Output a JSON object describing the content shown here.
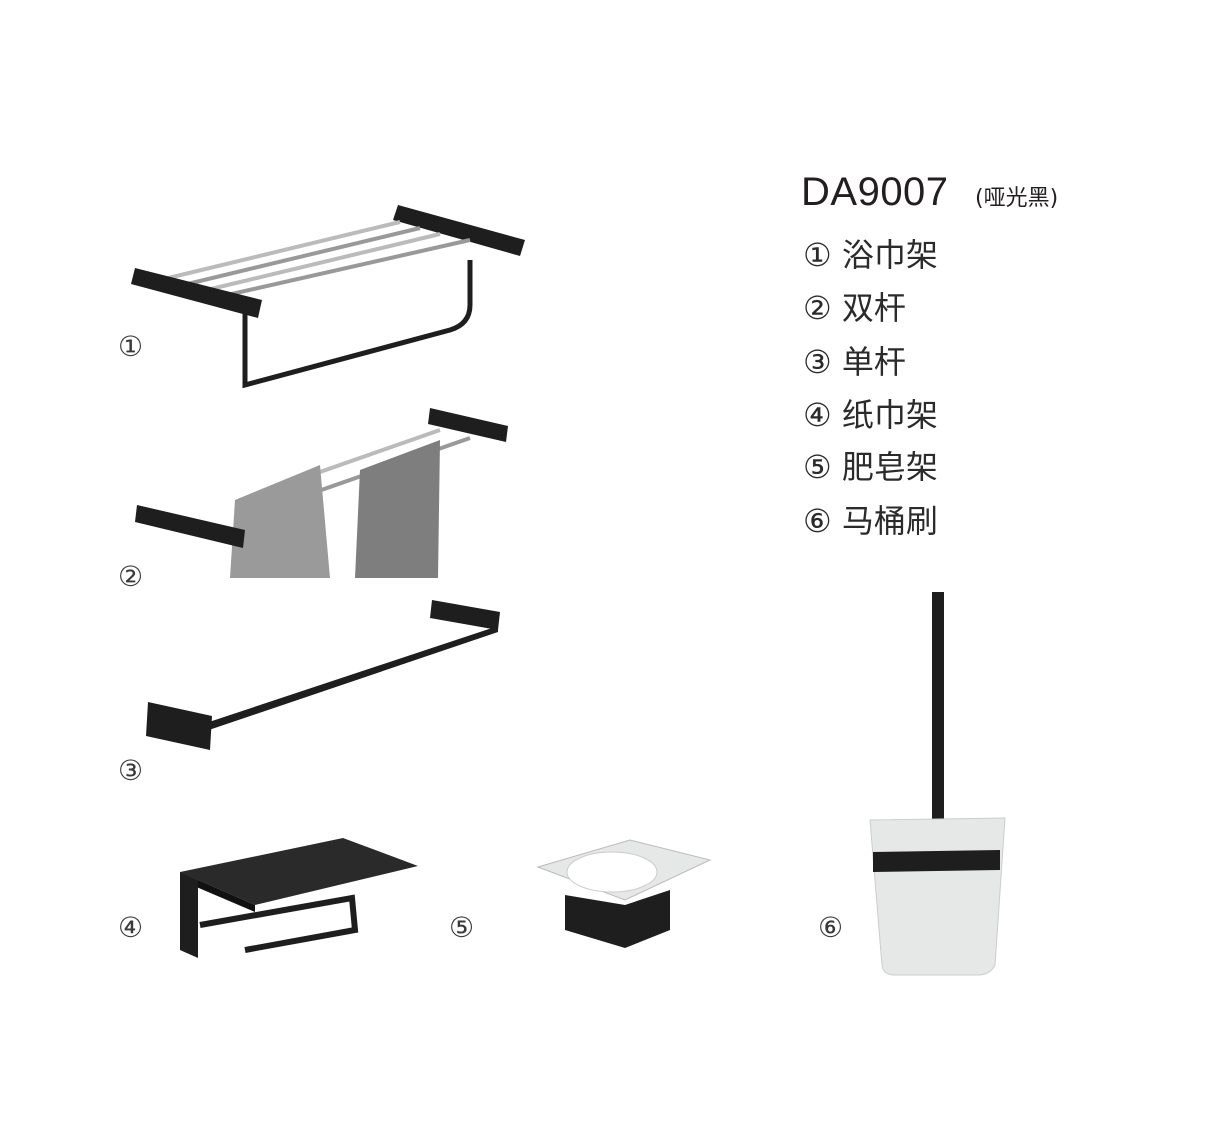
{
  "header": {
    "model": "DA9007",
    "finish": "(哑光黑)"
  },
  "items": [
    {
      "num": "①",
      "label": "浴巾架"
    },
    {
      "num": "②",
      "label": "双杆"
    },
    {
      "num": "③",
      "label": "单杆"
    },
    {
      "num": "④",
      "label": "纸巾架"
    },
    {
      "num": "⑤",
      "label": "肥皂架"
    },
    {
      "num": "⑥",
      "label": "马桶刷"
    }
  ],
  "product_labels": [
    "①",
    "②",
    "③",
    "④",
    "⑤",
    "⑥"
  ],
  "colors": {
    "metal": "#1e1e1e",
    "chrome": "#b9bcc0",
    "towel": "#8a8a8a",
    "frost": "#e6e8e8"
  }
}
